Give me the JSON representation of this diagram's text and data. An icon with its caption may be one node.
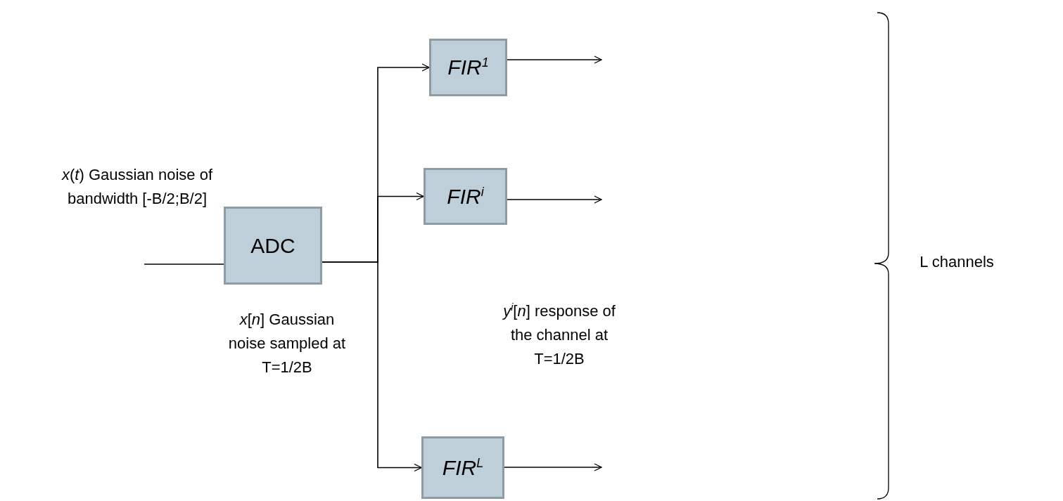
{
  "diagram": {
    "nodes": [
      {
        "text": [
          "ADC"
        ]
      },
      {
        "text": [
          "*FIR*$^{1}$"
        ]
      },
      {
        "text": [
          "*FIR*$^{i}$"
        ]
      },
      {
        "text": [
          "*FIR*$^{L}$"
        ]
      }
    ],
    "edges": [
      {
        "from": null,
        "to": 0,
        "arrow": "none"
      },
      {
        "from": 0,
        "to": 1,
        "arrow": "to"
      },
      {
        "from": 0,
        "to": 2,
        "arrow": "to"
      },
      {
        "from": 0,
        "to": 3,
        "arrow": "to"
      },
      {
        "from": 1,
        "to": null,
        "arrow": "to"
      },
      {
        "from": 2,
        "to": null,
        "arrow": "to"
      },
      {
        "from": 3,
        "to": null,
        "arrow": "to"
      }
    ],
    "labels": [
      "*x*(*t*) Gaussian noise of bandwidth [-B/2;B/2]",
      "*x*[*n*] Gaussian noise sampled at T=1/2B",
      "*y*$^{i}$[*n*] response of the channel at T=1/2B",
      "L channels"
    ]
  }
}
